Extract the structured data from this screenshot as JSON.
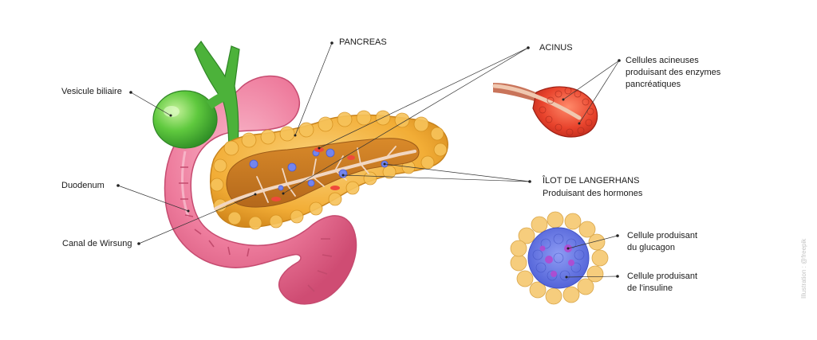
{
  "labels": {
    "vesicule_biliaire": "Vesicule biliaire",
    "duodenum": "Duodenum",
    "canal_de_wirsung": "Canal de Wirsung",
    "pancreas": "PANCREAS",
    "acinus": "ACINUS",
    "cellules_acineuses": "Cellules acineuses\nproduisant des enzymes\npancréatiques",
    "ilot_title": "ÎLOT DE LANGERHANS",
    "ilot_subtitle": "Produisant des hormones",
    "cellule_glucagon": "Cellule produisant\ndu glucagon",
    "cellule_insuline": "Cellule produisant\nde l'insuline"
  },
  "credit": "Illustration : @freepik",
  "colors": {
    "gallbladder": "#5fc93e",
    "duodenum": "#ef7fa0",
    "pancreas": "#f3b13b",
    "pancreas_core": "#c67a22",
    "acinus": "#e8432c",
    "duct": "#e9cbb4",
    "islet_blue": "#6f7fe6",
    "glucagon": "#b24ad0",
    "insulin": "#4d5fd8",
    "fat_cells": "#f6cd7d"
  },
  "icons": [
    "pancreas-anatomy-illustration",
    "acinus-illustration",
    "islet-of-langerhans-illustration"
  ]
}
